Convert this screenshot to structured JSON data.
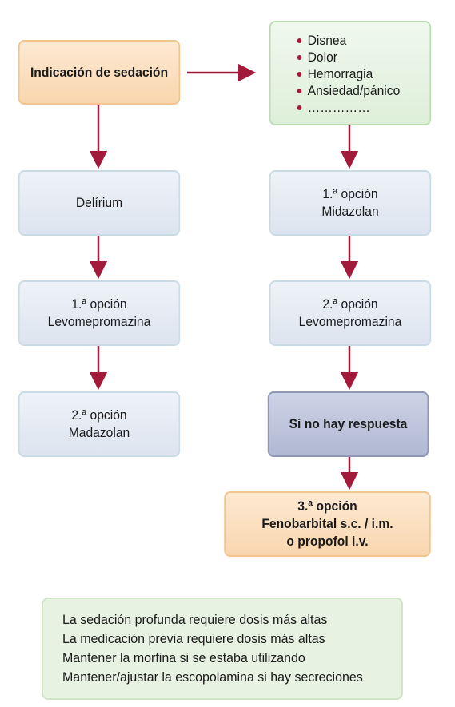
{
  "start": {
    "label": "Indicación de sedación"
  },
  "symptoms": [
    "Disnea",
    "Dolor",
    "Hemorragia",
    "Ansiedad/pánico",
    "……………"
  ],
  "left_column": {
    "delirium": "Delírium",
    "option1": {
      "line1": "1.ª opción",
      "line2": "Levomepromazina"
    },
    "option2": {
      "line1": "2.ª opción",
      "line2": "Madazolan"
    }
  },
  "right_column": {
    "option1": {
      "line1": "1.ª opción",
      "line2": "Midazolan"
    },
    "option2": {
      "line1": "2.ª opción",
      "line2": "Levomepromazina"
    },
    "no_response": "Si no hay respuesta",
    "option3": {
      "line1": "3.ª opción",
      "line2": "Fenobarbital s.c. / i.m.",
      "line3": "o propofol i.v."
    }
  },
  "notes": [
    "La sedación profunda requiere dosis más altas",
    "La medicación previa requiere dosis más altas",
    "Mantener la morfina si se estaba utilizando",
    "Mantener/ajustar la escopolamina si hay secreciones"
  ],
  "colors": {
    "arrow": "#a31b3a"
  }
}
